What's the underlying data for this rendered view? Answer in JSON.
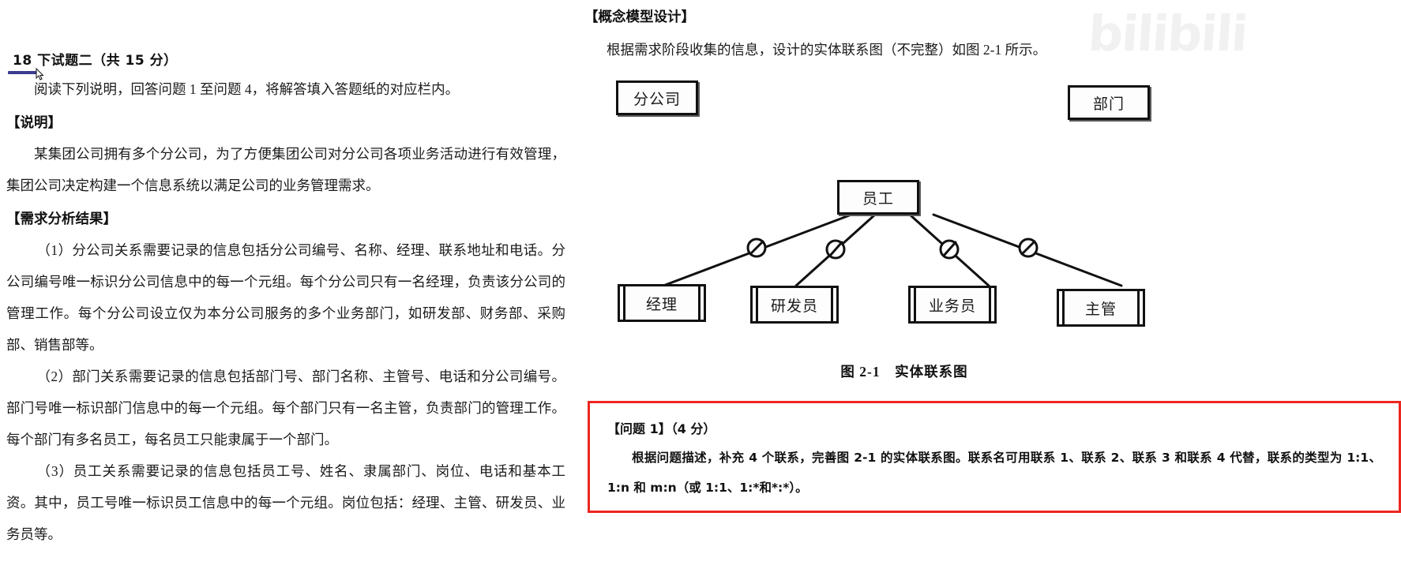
{
  "watermark": {
    "text": "bilibili"
  },
  "left": {
    "title": "18 下试题二（共 15 分）",
    "lead": "阅读下列说明，回答问题 1 至问题 4，将解答填入答题纸的对应栏内。",
    "spec_heading": "【说明】",
    "spec_para": "某集团公司拥有多个分公司，为了方便集团公司对分公司各项业务活动进行有效管理，集团公司决定构建一个信息系统以满足公司的业务管理需求。",
    "req_heading": "【需求分析结果】",
    "req_items": [
      "（1）分公司关系需要记录的信息包括分公司编号、名称、经理、联系地址和电话。分公司编号唯一标识分公司信息中的每一个元组。每个分公司只有一名经理，负责该分公司的管理工作。每个分公司设立仅为本分公司服务的多个业务部门，如研发部、财务部、采购部、销售部等。",
      "（2）部门关系需要记录的信息包括部门号、部门名称、主管号、电话和分公司编号。部门号唯一标识部门信息中的每一个元组。每个部门只有一名主管，负责部门的管理工作。每个部门有多名员工，每名员工只能隶属于一个部门。",
      "（3）员工关系需要记录的信息包括员工号、姓名、隶属部门、岗位、电话和基本工资。其中，员工号唯一标识员工信息中的每一个元组。岗位包括：经理、主管、研发员、业务员等。"
    ]
  },
  "right": {
    "concept_heading": "【概念模型设计】",
    "concept_lead": "根据需求阶段收集的信息，设计的实体联系图（不完整）如图 2-1 所示。",
    "figure_caption": "图 2-1　实体联系图",
    "diagram": {
      "entities": [
        {
          "id": "branch",
          "label": "分公司"
        },
        {
          "id": "department",
          "label": "部门"
        },
        {
          "id": "employee",
          "label": "员工"
        }
      ],
      "subtypes": [
        {
          "id": "manager",
          "label": "经理"
        },
        {
          "id": "developer",
          "label": "研发员"
        },
        {
          "id": "salesperson",
          "label": "业务员"
        },
        {
          "id": "supervisor",
          "label": "主管"
        }
      ],
      "connector_marks": 4,
      "connector_mark_type": "circle-slash"
    },
    "question": {
      "title": "【问题 1】（4 分）",
      "body": "根据问题描述，补充 4 个联系，完善图 2-1 的实体联系图。联系名可用联系 1、联系 2、联系 3 和联系 4 代替，联系的类型为 1:1、1:n 和 m:n（或 1:1、1:*和*:*）。",
      "border_color": "#ec2620"
    }
  },
  "colors": {
    "title_underline": "#3b3b8f",
    "question_border": "#ec2620",
    "diagram_stroke": "#111111",
    "watermark": "#f1f1f1"
  }
}
